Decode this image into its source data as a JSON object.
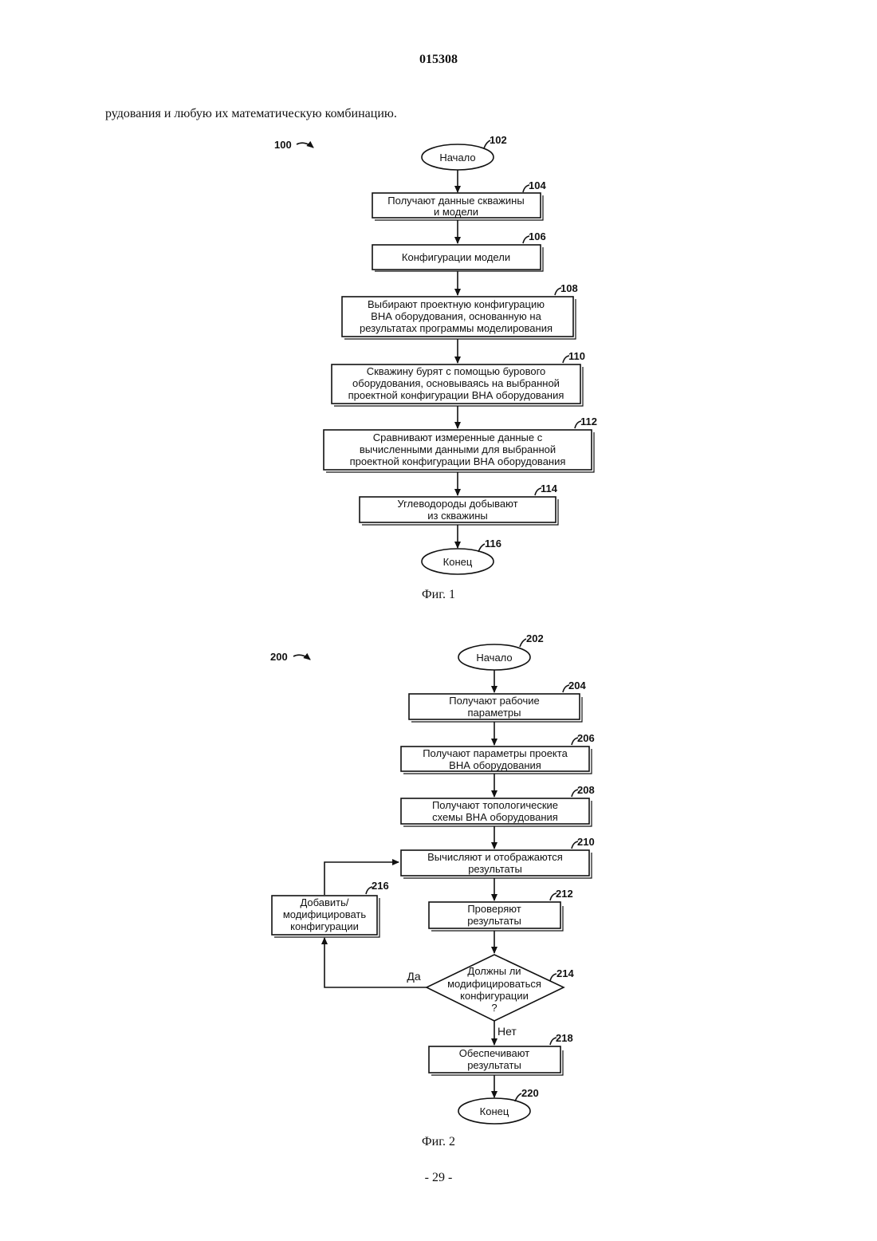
{
  "header": {
    "doc_number": "015308"
  },
  "intro_text": "рудования и любую их математическую комбинацию.",
  "figure1": {
    "ref": "100",
    "caption": "Фиг. 1",
    "start": {
      "ref": "102",
      "label": "Начало"
    },
    "steps": [
      {
        "ref": "104",
        "lines": [
          "Получают данные скважины",
          "и модели"
        ]
      },
      {
        "ref": "106",
        "lines": [
          "Конфигурации модели"
        ]
      },
      {
        "ref": "108",
        "lines": [
          "Выбирают проектную конфигурацию",
          "ВНА оборудования, основанную на",
          "результатах программы моделирования"
        ]
      },
      {
        "ref": "110",
        "lines": [
          "Скважину бурят с помощью бурового",
          "оборудования, основываясь на выбранной",
          "проектной конфигурации ВНА оборудования"
        ]
      },
      {
        "ref": "112",
        "lines": [
          "Сравнивают измеренные данные с",
          "вычисленными данными для выбранной",
          "проектной конфигурации ВНА оборудования"
        ]
      },
      {
        "ref": "114",
        "lines": [
          "Углеводороды добывают",
          "из скважины"
        ]
      }
    ],
    "end": {
      "ref": "116",
      "label": "Конец"
    }
  },
  "figure2": {
    "ref": "200",
    "caption": "Фиг. 2",
    "start": {
      "ref": "202",
      "label": "Начало"
    },
    "steps": [
      {
        "ref": "204",
        "lines": [
          "Получают рабочие",
          "параметры"
        ]
      },
      {
        "ref": "206",
        "lines": [
          "Получают параметры проекта",
          "ВНА оборудования"
        ]
      },
      {
        "ref": "208",
        "lines": [
          "Получают топологические",
          "схемы ВНА оборудования"
        ]
      },
      {
        "ref": "210",
        "lines": [
          "Вычисляют и отображаются",
          "результаты"
        ]
      },
      {
        "ref": "212",
        "lines": [
          "Проверяют",
          "результаты"
        ]
      }
    ],
    "decision": {
      "ref": "214",
      "lines": [
        "Должны ли",
        "модифицироваться",
        "конфигурации",
        "?"
      ],
      "yes_label": "Да",
      "no_label": "Нет"
    },
    "modify_box": {
      "ref": "216",
      "lines": [
        "Добавить/",
        "модифицировать",
        "конфигурации"
      ]
    },
    "final_step": {
      "ref": "218",
      "lines": [
        "Обеспечивают",
        "результаты"
      ]
    },
    "end": {
      "ref": "220",
      "label": "Конец"
    }
  },
  "footer": {
    "page_label": "- 29 -"
  }
}
